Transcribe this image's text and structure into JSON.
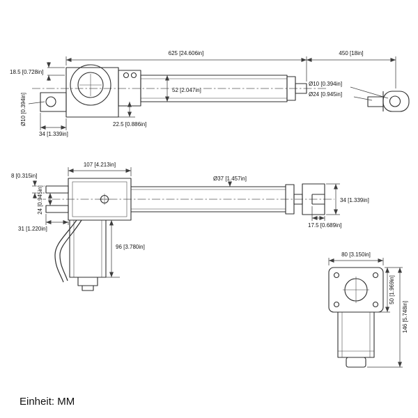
{
  "side_view": {
    "total_length": "625 [24.606in]",
    "extended_length": "450 [18in]",
    "top_offset": "18.5 [0.728in]",
    "tube_height": "52 [2.047in]",
    "clevis_hole_dia": "Ø10 [0.394in]",
    "rod_dia": "Ø24 [0.945in]",
    "bottom_offset": "22.5 [0.886in]",
    "mount_width": "34 [1.339in]",
    "mount_hole_dia": "Ø10 [0.394in]"
  },
  "top_view": {
    "housing_length": "107 [4.213in]",
    "tube_dia": "Ø37 [1.457in]",
    "fork_thickness": "8 [0.315in]",
    "fork_gap": "24 [0.945in]",
    "fork_length": "31 [1.220in]",
    "motor_length": "96 [3.780in]",
    "clevis_width": "34 [1.339in]",
    "clevis_slot_depth": "17.5 [0.689in]"
  },
  "end_view": {
    "flange_width": "80 [3.150in]",
    "motor_width": "50 [1.969in]",
    "total_height": "146 [5.748in]"
  },
  "footer": {
    "unit_label": "Einheit: MM"
  }
}
